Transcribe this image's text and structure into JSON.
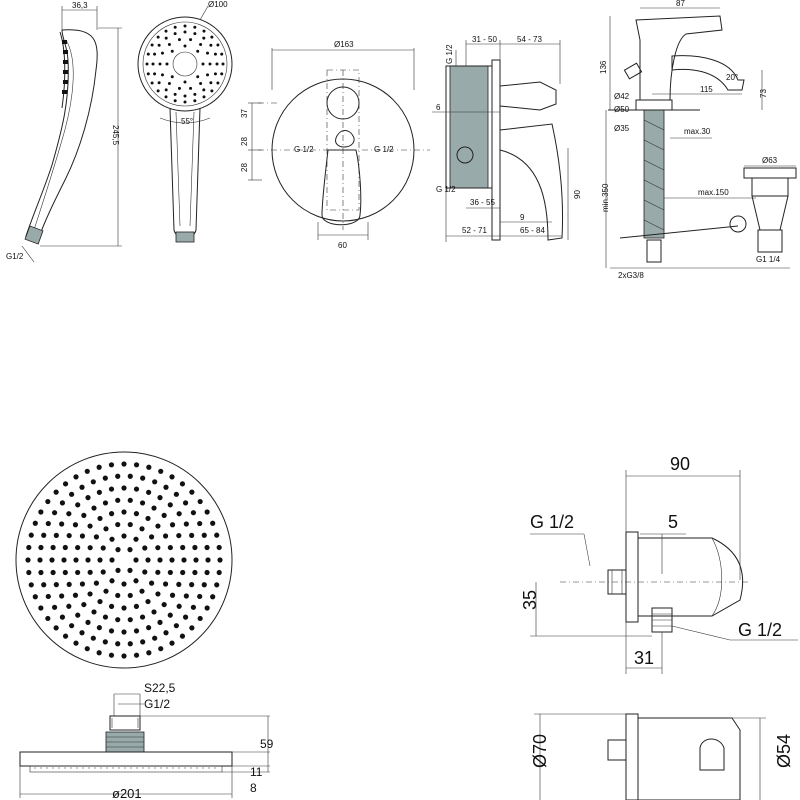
{
  "hand_shower_side": {
    "dim_width": "36,3",
    "dim_length": "245,5",
    "thread": "G1/2"
  },
  "hand_shower_front": {
    "dim_diameter": "Ø100",
    "angle": "55°"
  },
  "mixer_plate": {
    "dim_diameter": "Ø163",
    "dim_a": "37",
    "dim_b": "28",
    "dim_c": "28",
    "dim_width": "60",
    "thread_left": "G 1/2",
    "thread_right": "G 1/2"
  },
  "mixer_body": {
    "thread_top": "G 1/2",
    "thread_bottom": "G 1/2",
    "dim_top_a": "31 - 50",
    "dim_top_b": "54 - 73",
    "dim_side": "6",
    "dim_depth": "36 - 55",
    "dim_height": "90",
    "dim_small": "9",
    "dim_bottom_a": "52 - 71",
    "dim_bottom_b": "65 - 84"
  },
  "basin_mixer": {
    "dim_top": "87",
    "dim_height": "136",
    "dim_angle": "20°",
    "dim_reach": "115",
    "dim_73": "73",
    "dim_d42": "Ø42",
    "dim_d50": "Ø50",
    "dim_d35": "Ø35",
    "dim_max30": "max.30",
    "dim_min350": "min.350",
    "dim_d63": "Ø63",
    "dim_max150": "max.150",
    "thread_waste": "G1 1/4",
    "thread_supply": "2xG3/8"
  },
  "overhead_shower": {
    "dim_hex": "S22,5",
    "thread": "G1/2",
    "dim_height": "59",
    "dim_thick": "11",
    "dim_edge": "8",
    "dim_diameter": "ø201"
  },
  "wall_outlet": {
    "dim_width": "90",
    "thread_in": "G 1/2",
    "dim_5": "5",
    "dim_35": "35",
    "thread_out": "G 1/2",
    "dim_31": "31",
    "dim_d70": "Ø70",
    "dim_d54": "Ø54"
  }
}
